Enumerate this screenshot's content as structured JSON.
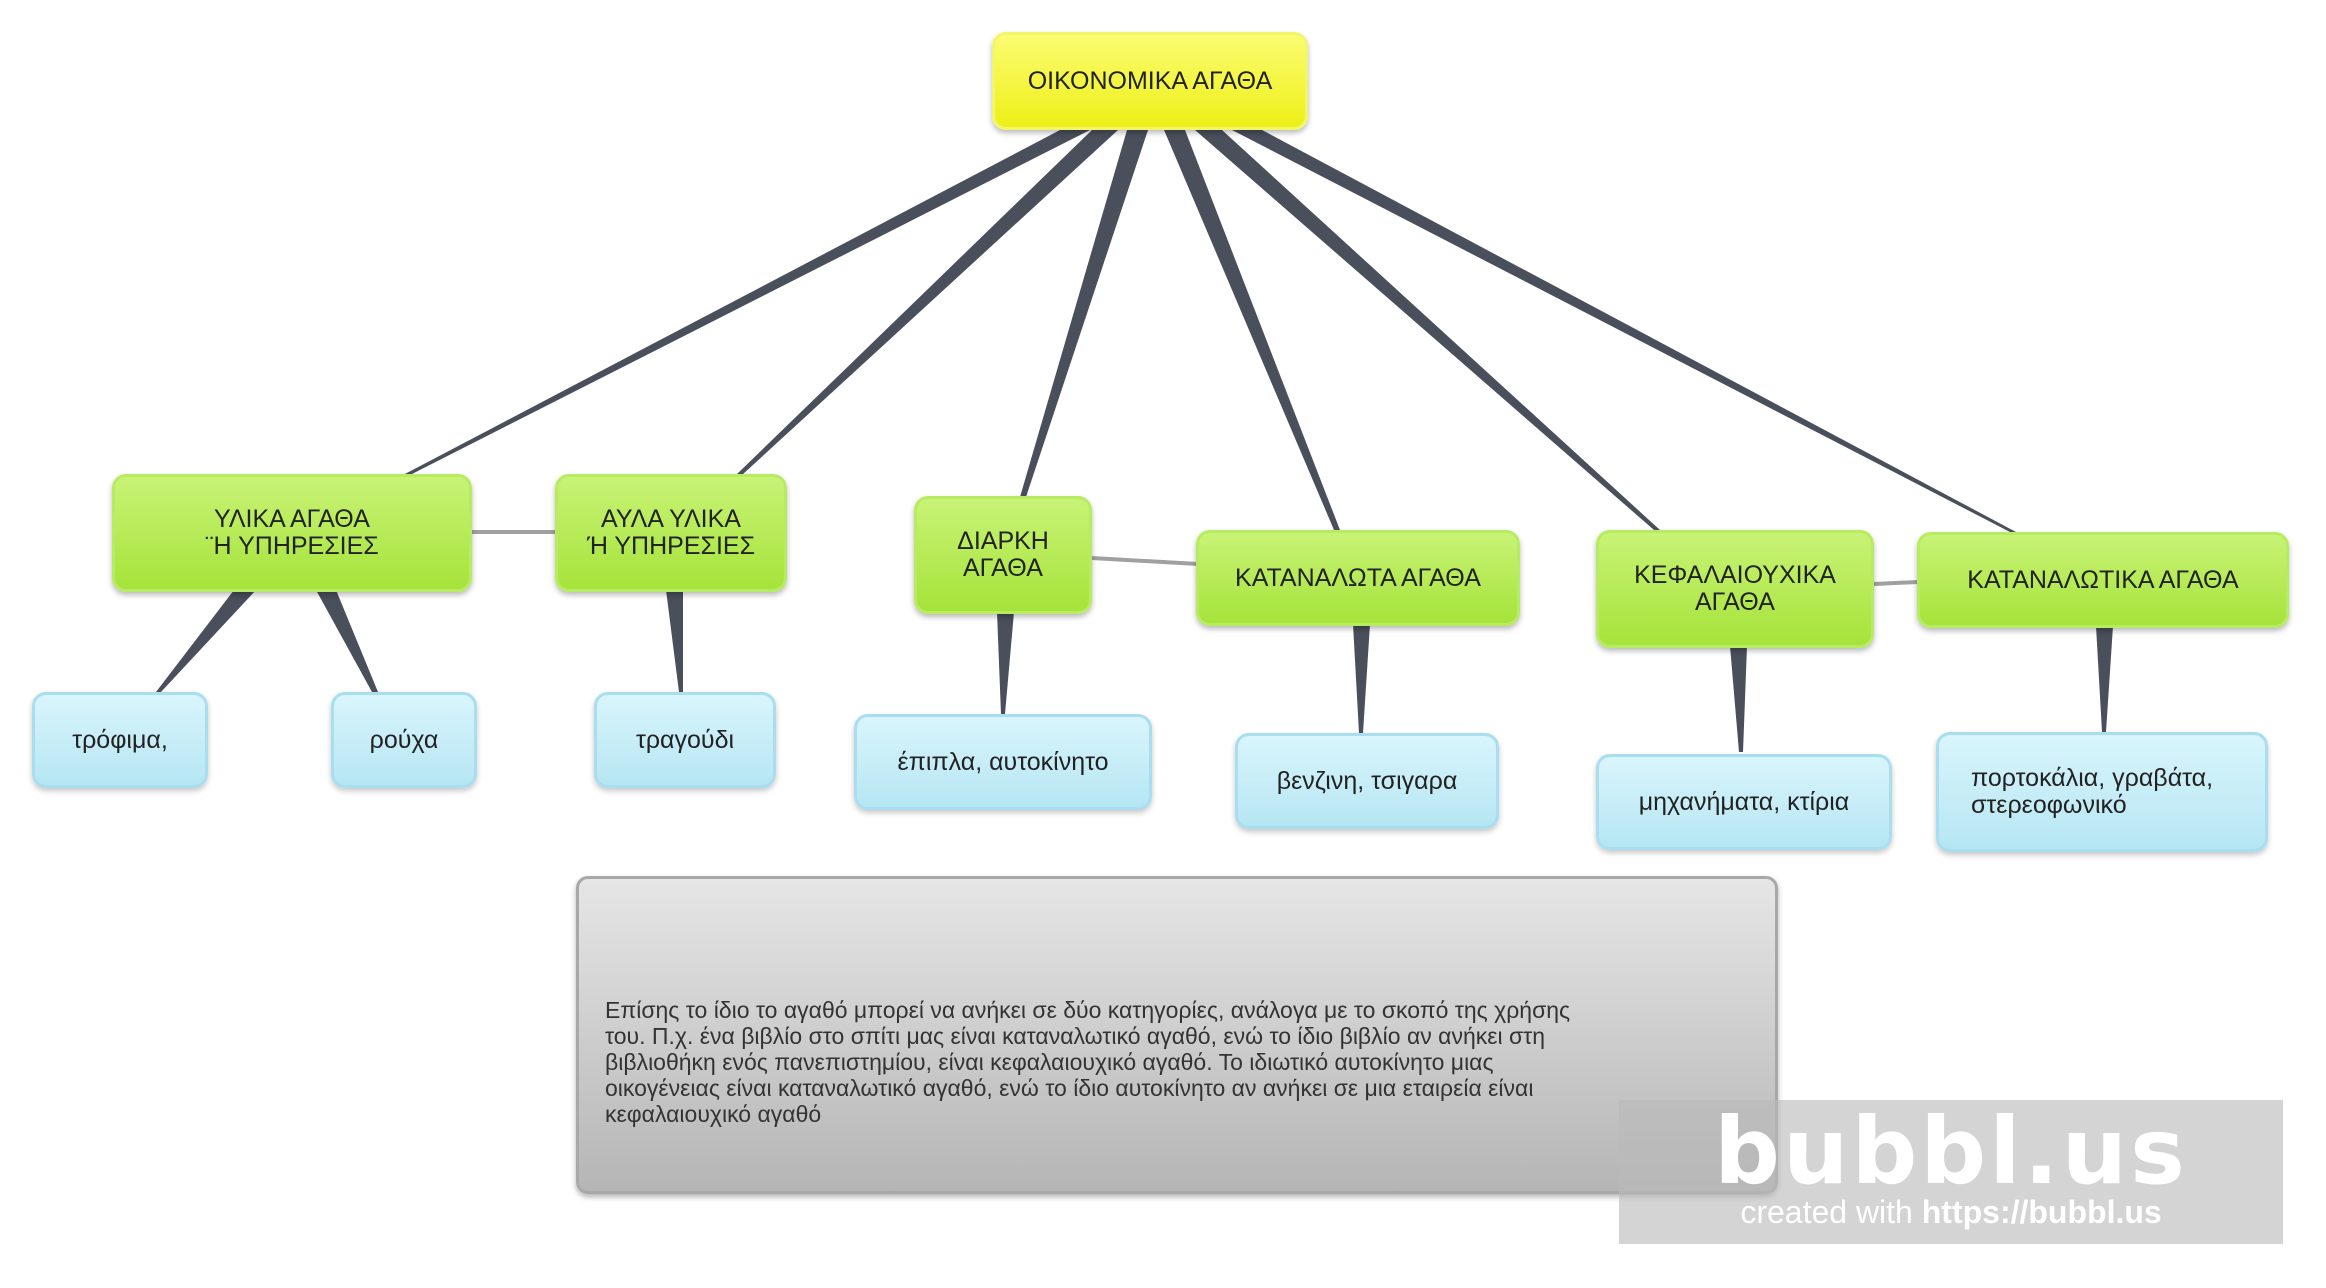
{
  "colors": {
    "root_fill": "#eef017",
    "category_fill": "#a6e33a",
    "example_fill": "#b6e6f3",
    "note_fill": "#c9c9c9",
    "thick_link": "#4a4f5c",
    "thin_link": "#a0a0a0"
  },
  "root": {
    "label": "ΟΙΚΟΝΟΜΙΚΑ ΑΓΑΘΑ"
  },
  "categories": [
    {
      "label": "ΥΛΙΚΑ  ΑΓΑΘΑ\n¨Η ΥΠΗΡΕΣΙΕΣ"
    },
    {
      "label": "ΑΥΛΑ ΥΛΙΚΑ\nΉ ΥΠΗΡΕΣΙΕΣ"
    },
    {
      "label": "ΔΙΑΡΚΗ\nΑΓΑΘΑ"
    },
    {
      "label": "ΚΑΤΑΝΑΛΩΤΑ ΑΓΑΘΑ"
    },
    {
      "label": "ΚΕΦΑΛΑΙΟΥΧΙΚΑ\nΑΓΑΘΑ"
    },
    {
      "label": "ΚΑΤΑΝΑΛΩΤΙΚΑ ΑΓΑΘΑ"
    }
  ],
  "examples": [
    {
      "label": "τρόφιμα,"
    },
    {
      "label": "ρούχα"
    },
    {
      "label": "τραγούδι"
    },
    {
      "label": "έπιπλα, αυτοκίνητο"
    },
    {
      "label": "βενζινη, τσιγαρα"
    },
    {
      "label": "μηχανήματα, κτίρια"
    },
    {
      "label": "πορτοκάλια, γραβάτα,\nστερεοφωνικό"
    }
  ],
  "note": {
    "text": "  Επίσης το ίδιο το αγαθό μπορεί να ανήκει σε δύο κατηγορίες, ανάλογα με το σκοπό της χρήσης\nτου. Π.χ. ένα βιβλίο στο σπίτι μας είναι καταναλωτικό αγαθό, ενώ το ίδιο βιβλίο αν ανήκει στη\nβιβλιοθήκη ενός πανεπιστημίου, είναι κεφαλαιουχικό αγαθό. Το ιδιωτικό αυτοκίνητο μιας\nοικογένειας είναι καταναλωτικό αγαθό, ενώ το ίδιο αυτοκίνητο αν ανήκει σε μια εταιρεία είναι\nκεφαλαιουχικό αγαθό"
  },
  "watermark": {
    "logo": "bubbl.us",
    "prefix": "created with ",
    "url": "https://bubbl.us"
  }
}
